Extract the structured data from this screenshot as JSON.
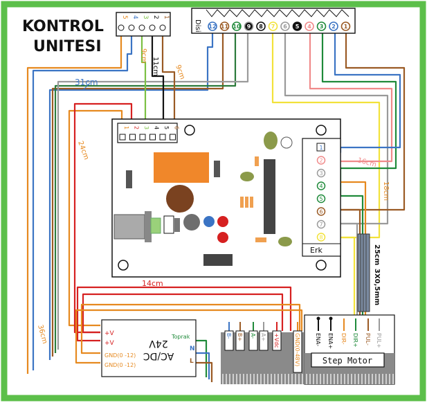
{
  "title": {
    "line1": "KONTROL",
    "line2": "UNITESI"
  },
  "colors": {
    "frame_green": "#5cbf4a",
    "blue": "#3b74c4",
    "brown": "#9a5a24",
    "orange": "#e6891f",
    "green": "#1f8a3a",
    "gray": "#9a9a9a",
    "black": "#111111",
    "yellow": "#f2e23a",
    "pink": "#f08a8a",
    "red": "#d62020",
    "darkgreen": "#2b7a3a",
    "lightgreen": "#7bc043"
  },
  "top_left_connector": {
    "pins": [
      "5",
      "4",
      "3",
      "2",
      "1"
    ]
  },
  "disi_connector": {
    "label": "Disi",
    "pins": [
      "12",
      "11",
      "10",
      "9",
      "8",
      "7",
      "6",
      "5",
      "4",
      "3",
      "2",
      "1"
    ]
  },
  "board_left_header": {
    "pins": [
      "1",
      "2",
      "3",
      "4",
      "5",
      "6"
    ]
  },
  "erk_connector": {
    "label": "Erk",
    "pins": [
      "1",
      "2",
      "3",
      "4",
      "5",
      "6",
      "7",
      "8"
    ]
  },
  "lengths": {
    "l31": "31cm",
    "l11": "11cm",
    "l9a": "9cm",
    "l9b": "9cm",
    "l24": "24cm",
    "l36": "36cm",
    "l14": "14cm",
    "l16": "16cm",
    "l18": "18cm",
    "l25": "25cm",
    "cable": "3X0,5mm"
  },
  "power_supply": {
    "title": "AC/DC",
    "voltage": "24V",
    "plus1": "+V",
    "plus2": "+V",
    "gnd1": "GND(0 -12)",
    "gnd2": "GND(0 -12)",
    "toprak": "Toprak",
    "n": "N",
    "l": "L"
  },
  "stepper_driver": {
    "pins": [
      "B-",
      "B+",
      "A-",
      "A+",
      "+Vdc",
      "GND(0-48V)"
    ]
  },
  "step_motor": {
    "label": "Step Motor",
    "pins": [
      "ENA-",
      "ENA+",
      "DIR-",
      "DIR+",
      "PUL-",
      "PUL+"
    ]
  }
}
